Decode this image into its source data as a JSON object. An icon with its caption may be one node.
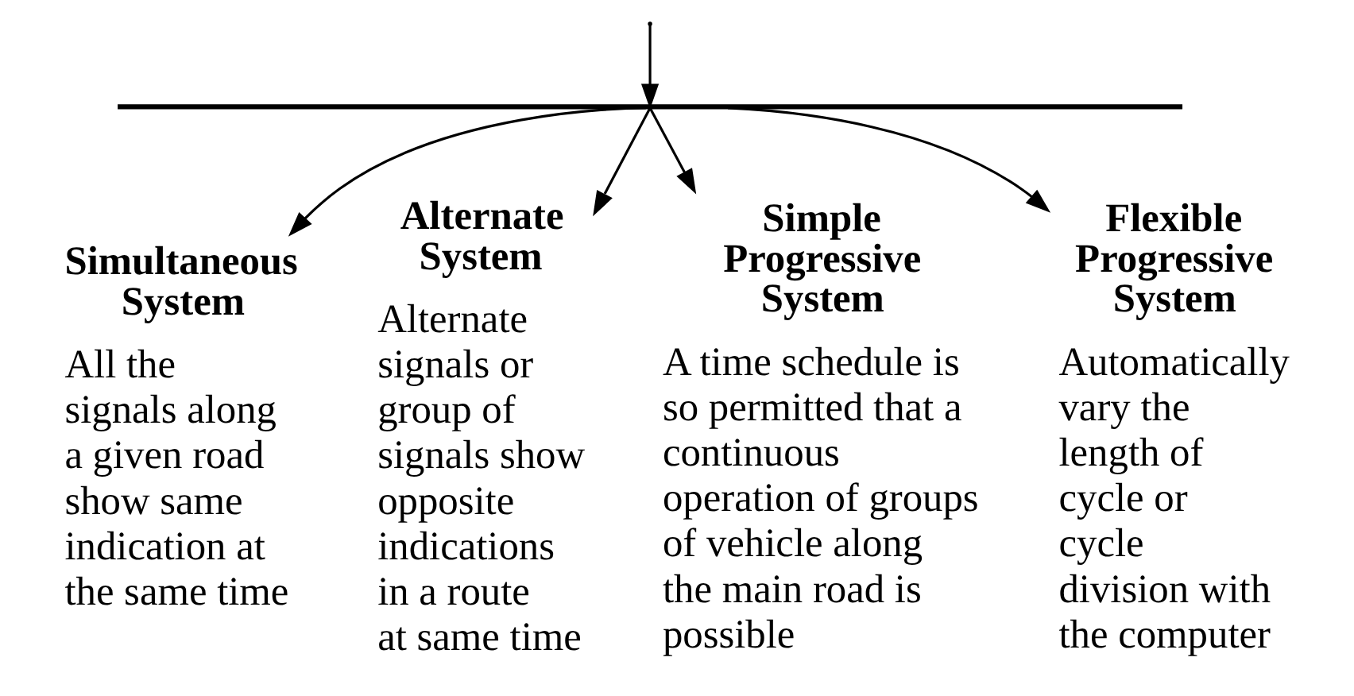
{
  "diagram": {
    "nodes": [
      {
        "text": [],
        "shape": "bar"
      },
      {
        "text": [
          "Simultaneous System",
          "All the signals along a given road show same indication at the same time"
        ]
      },
      {
        "text": [
          "Alternate System",
          "Alternate signals or group of signals show opposite indications in a route at same time"
        ]
      },
      {
        "text": [
          "Simple Progressive System",
          "A time schedule is so permitted that a continuous operation of groups of vehicle along the main road is possible"
        ]
      },
      {
        "text": [
          "Flexible Progressive System",
          "Automatically vary the length of cycle or cycle division with the computer"
        ]
      }
    ],
    "edges": [
      {
        "from": null,
        "to": 0,
        "arrow": "to"
      },
      {
        "from": 0,
        "to": 1,
        "arrow": "to"
      },
      {
        "from": 0,
        "to": 2,
        "arrow": "to"
      },
      {
        "from": 0,
        "to": 3,
        "arrow": "to"
      },
      {
        "from": 0,
        "to": 4,
        "arrow": "to"
      }
    ]
  }
}
